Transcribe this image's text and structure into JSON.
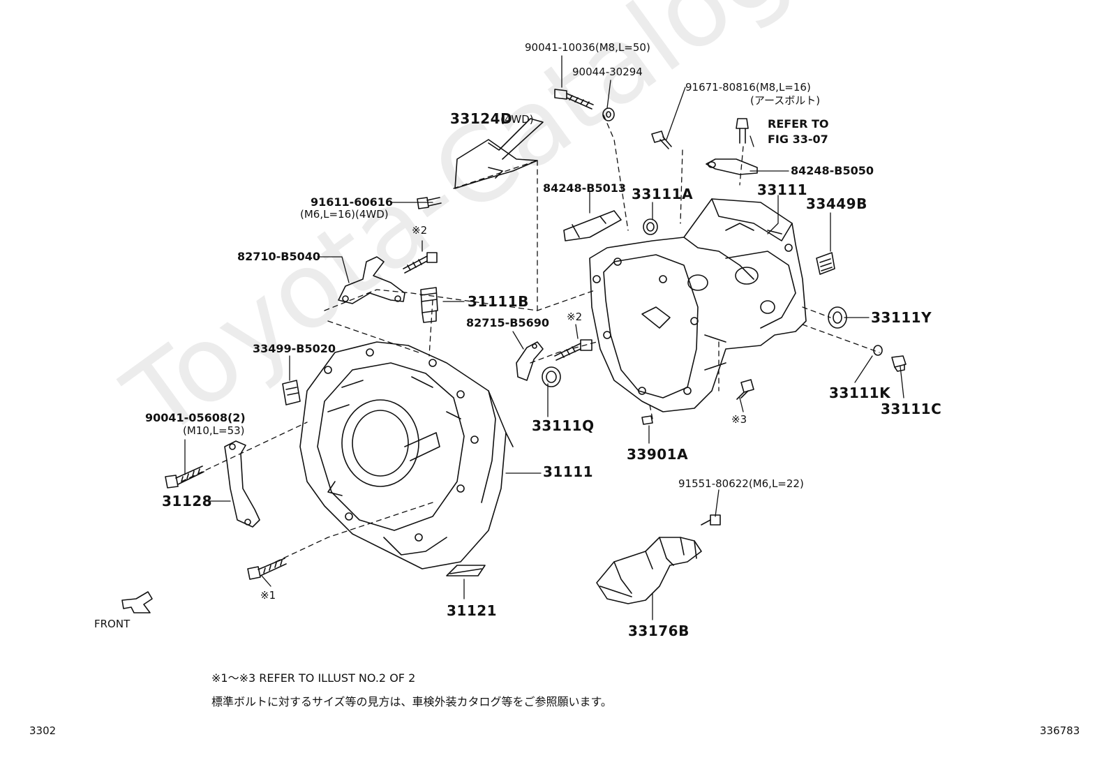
{
  "watermark": "Toyota-Catalog",
  "parts": {
    "p_90041_10036": "90041-10036(M8,L=50)",
    "p_90044_30294": "90044-30294",
    "p_91671_80816": "91671-80816(M8,L=16)",
    "p_91671_note": "(アースボルト)",
    "p_refer_line1": "REFER TO",
    "p_refer_line2": "FIG 33-07",
    "p_33124D": "33124D",
    "p_33124D_note": "(4WD)",
    "p_84248_B5050": "84248-B5050",
    "p_84248_B5013": "84248-B5013",
    "p_33111A": "33111A",
    "p_33111": "33111",
    "p_33449B": "33449B",
    "p_91611_60616": "91611-60616",
    "p_91611_note": "(M6,L=16)(4WD)",
    "p_mark2_a": "※2",
    "p_82710_B5040": "82710-B5040",
    "p_31111B": "31111B",
    "p_33111Y": "33111Y",
    "p_82715_B5690": "82715-B5690",
    "p_mark2_b": "※2",
    "p_33499_B5020": "33499-B5020",
    "p_33111K": "33111K",
    "p_33111C": "33111C",
    "p_90041_05608": "90041-05608(2)",
    "p_90041_05608_note": "(M10,L=53)",
    "p_33111Q": "33111Q",
    "p_mark3": "※3",
    "p_33901A": "33901A",
    "p_31111": "31111",
    "p_91551_80622": "91551-80622(M6,L=22)",
    "p_31128": "31128",
    "p_mark1": "※1",
    "p_31121": "31121",
    "p_33176B": "33176B",
    "p_front": "FRONT"
  },
  "notes": {
    "refer": "※1～※3  REFER TO ILLUST NO.2 OF 2",
    "japanese": "標準ボルトに対するサイズ等の見方は、車検外装カタログ等をご参照願います。"
  },
  "footer": {
    "left_code": "3302",
    "right_code": "336783"
  },
  "colors": {
    "line": "#111111",
    "background": "#ffffff",
    "watermark": "#ececec"
  }
}
